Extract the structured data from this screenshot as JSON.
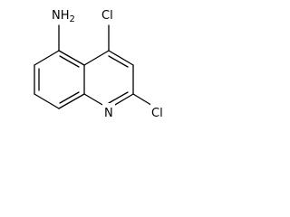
{
  "molecule": {
    "atoms": {
      "amine": "NH2",
      "chloro_4": "Cl",
      "chloro_2": "Cl",
      "ring_nitrogen": "N"
    },
    "colors": {
      "bond": "#000000",
      "text": "#000000",
      "background": "#ffffff"
    }
  }
}
